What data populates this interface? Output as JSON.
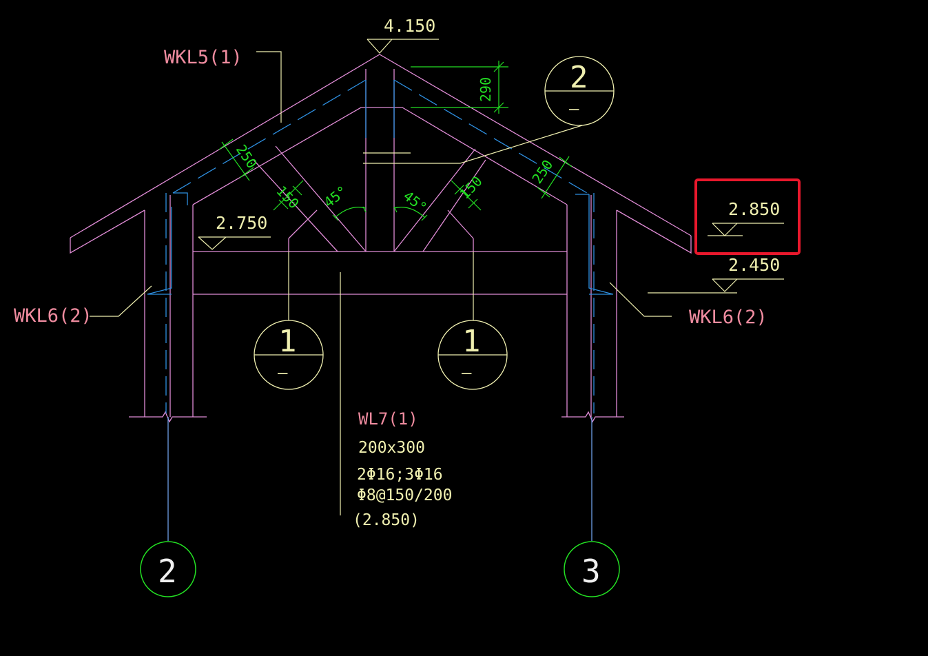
{
  "colors": {
    "background": "#000000",
    "beam_outline": "#e08cd6",
    "rebar": "#2e8fe0",
    "dimension": "#23e023",
    "leader": "#f0f0b0",
    "label_pink": "#f08ca0",
    "axis_line": "#6fa0e8",
    "highlight": "#e8182c"
  },
  "elevations": {
    "ridge": "4.150",
    "left_inner": "2.750",
    "right_highlighted": "2.850",
    "right_lower": "2.450"
  },
  "dimensions": {
    "ridge_height": "290",
    "left_slope_thickness": "250",
    "right_slope_thickness": "250",
    "left_brace_width": "150",
    "right_brace_width": "150",
    "left_angle": "45°",
    "right_angle": "45°"
  },
  "beam_labels": {
    "top_left": "WKL5(1)",
    "left": "WKL6(2)",
    "right": "WKL6(2)"
  },
  "section_marks": {
    "top_right": {
      "number": "2",
      "sheet": "—"
    },
    "bottom_left": {
      "number": "1",
      "sheet": "—"
    },
    "bottom_right": {
      "number": "1",
      "sheet": "—"
    }
  },
  "wl7_note": {
    "name": "WL7(1)",
    "size": "200x300",
    "main_bars": "2Φ16;3Φ16",
    "stirrups": "Φ8@150/200",
    "elevation": "(2.850)"
  },
  "axes": [
    "2",
    "3"
  ]
}
